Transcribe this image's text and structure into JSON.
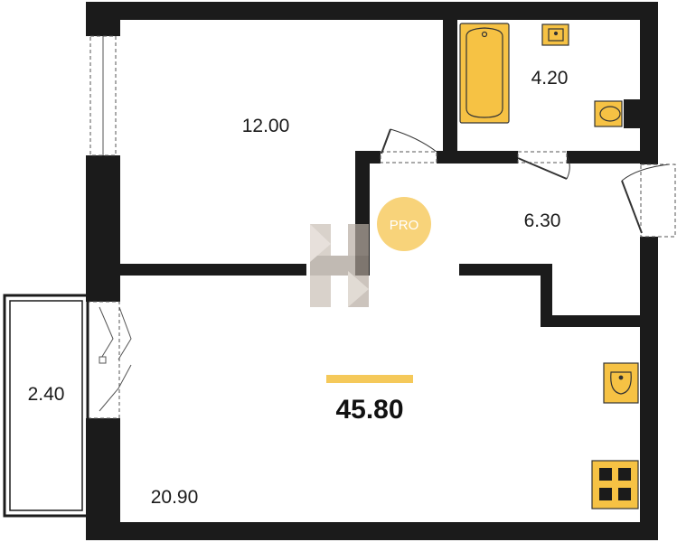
{
  "plan": {
    "total_area": "45.80",
    "badge": "PRO",
    "rooms": [
      {
        "id": "bedroom",
        "area": "12.00"
      },
      {
        "id": "bathroom",
        "area": "4.20"
      },
      {
        "id": "hallway",
        "area": "6.30"
      },
      {
        "id": "balcony",
        "area": "2.40"
      },
      {
        "id": "living-kitchen",
        "area": "20.90"
      }
    ]
  },
  "colors": {
    "wall": "#1b1b1b",
    "accent": "#f5c95a",
    "fixture_fill": "#f6c244",
    "badge": "#f8d37a",
    "watermark": "#bdb3aa"
  }
}
